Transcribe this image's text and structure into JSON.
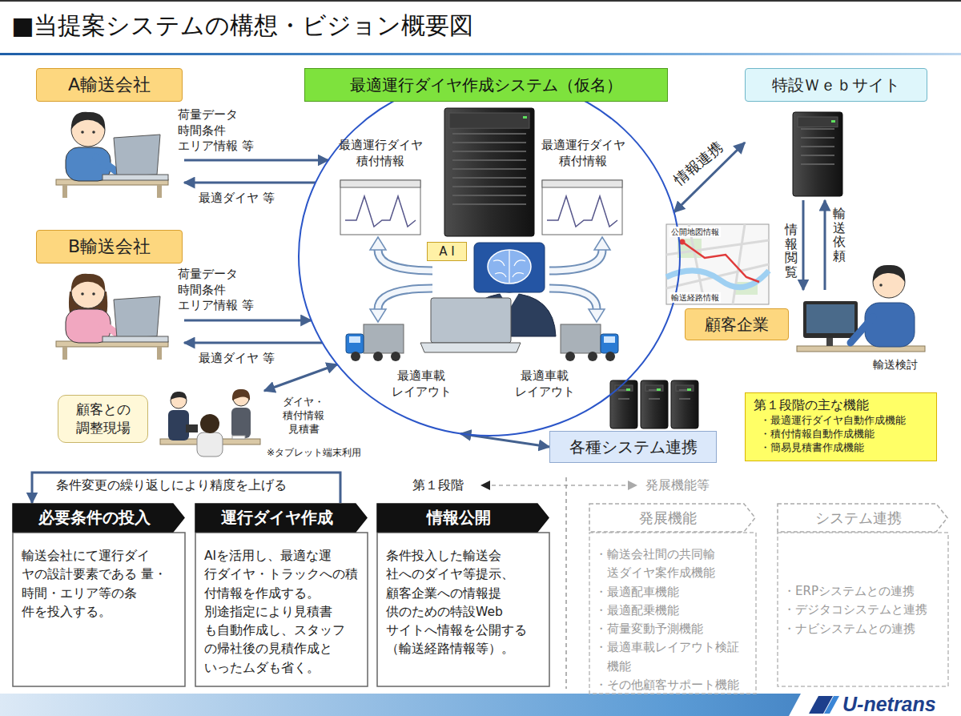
{
  "diagram": {
    "title": "■当提案システムの構想・ビジョン概要図",
    "nodes": [
      {
        "text": [
          "A輸送会社"
        ]
      },
      {
        "text": [
          "最適運行ダイヤ作成システム（仮名）"
        ]
      },
      {
        "text": [
          "A I"
        ],
        "in": 1
      },
      {
        "text": [
          "特設Ｗｅｂサイト"
        ]
      },
      {
        "text": [
          "B輸送会社"
        ]
      },
      {
        "text": [
          "顧客企業"
        ]
      },
      {
        "text": [
          "顧客との 調整現場"
        ]
      },
      {
        "text": [
          "各種システム連携"
        ]
      },
      {
        "text": [
          "第１段階の主な機能",
          "・最適運行ダイヤ自動作成機能",
          "・積付情報自動作成機能",
          "・簡易見積書作成機能"
        ]
      },
      {
        "text": [
          "必要条件の投入",
          "輸送会社にて運行ダイ ヤの設計要素である 量・時間・エリア等の条 件を投入する。"
        ]
      },
      {
        "text": [
          "運行ダイヤ作成",
          "AIを活用し、最適な運 行ダイヤ・トラックへの積 付情報を作成する。 別途指定により見積書 も自動作成し、スタッフ の帰社後の見積作成と いったムダも省く。"
        ]
      },
      {
        "text": [
          "情報公開",
          "条件投入した輸送会 社へのダイヤ等提示、 顧客企業への情報提 供のための特設Web サイトへ情報を公開する （輸送経路情報等）。"
        ]
      },
      {
        "text": [
          "発展機能",
          "・輸送会社間の共同輸 送ダイヤ案作成機能",
          "・最適配車機能",
          "・最適配乗機能",
          "・荷量変動予測機能",
          "・最適車載レイアウト検証 機能",
          "・その他顧客サポート機能"
        ]
      },
      {
        "text": [
          "システム連携",
          "・ERPシステムとの連携",
          "・デジタコシステムと連携",
          "・ナビシステムとの連携"
        ]
      }
    ],
    "edges": [
      {
        "from": 0,
        "to": 1,
        "arrow": "to",
        "label": "荷量データ 時間条件 エリア情報 等"
      },
      {
        "from": 1,
        "to": 0,
        "arrow": "to",
        "label": "最適ダイヤ 等"
      },
      {
        "from": 4,
        "to": 1,
        "arrow": "to",
        "label": "荷量データ 時間条件 エリア情報 等"
      },
      {
        "from": 1,
        "to": 4,
        "arrow": "to",
        "label": "最適ダイヤ 等"
      },
      {
        "from": 1,
        "to": 3,
        "arrow": "both",
        "label": "情報連携"
      },
      {
        "from": 3,
        "to": 5,
        "arrow": "to",
        "label": "情報閲覧"
      },
      {
        "from": 5,
        "to": 3,
        "arrow": "to",
        "label": "輸送依頼"
      },
      {
        "from": 6,
        "to": 1,
        "arrow": "both",
        "label": "ダイヤ・ 積付情報 見積書"
      },
      {
        "from": 7,
        "to": 1,
        "arrow": "both"
      },
      {
        "from": 10,
        "to": 9,
        "arrow": "to",
        "label": "条件変更の繰り返しにより精度を上げる"
      }
    ],
    "labels": [
      "最適運行ダイヤ 積付情報",
      "最適運行ダイヤ 積付情報",
      "最適車載 レイアウト",
      "最適車載 レイアウト",
      "公開地図情報",
      "輸送経路情報",
      "輸送検討",
      "※タブレット端末利用",
      "第１段階",
      "発展機能等",
      "U-netrans"
    ]
  }
}
